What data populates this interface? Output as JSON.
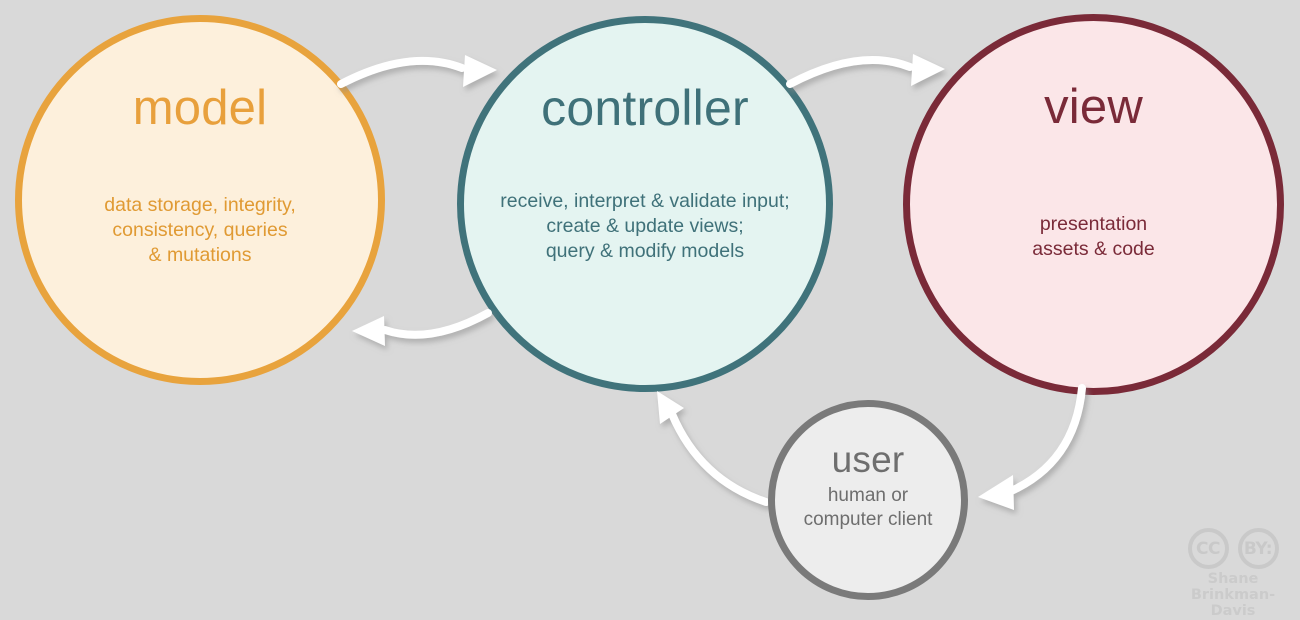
{
  "diagram": {
    "title": "MVC architecture diagram",
    "background_color": "#d9d9d9",
    "nodes": [
      {
        "id": "model",
        "title": "model",
        "description": "data storage, integrity,\nconsistency, queries\n& mutations",
        "description_lines": [
          "data storage, integrity,",
          "consistency, queries",
          "& mutations"
        ],
        "border_color": "#e8a33d",
        "fill_color": "#fdf0dc",
        "text_color": "#e09a33"
      },
      {
        "id": "controller",
        "title": "controller",
        "description": "receive, interpret & validate input;\ncreate & update views;\nquery & modify models",
        "description_lines": [
          "receive, interpret & validate input;",
          "create & update views;",
          "query & modify models"
        ],
        "border_color": "#40737b",
        "fill_color": "#e4f4f1",
        "text_color": "#3f7179"
      },
      {
        "id": "view",
        "title": "view",
        "description": "presentation\nassets & code",
        "description_lines": [
          "presentation",
          "assets & code"
        ],
        "border_color": "#7a2a38",
        "fill_color": "#fbe6e8",
        "text_color": "#7a2a38"
      },
      {
        "id": "user",
        "title": "user",
        "description": "human or\ncomputer client",
        "description_lines": [
          "human or",
          "computer client"
        ],
        "border_color": "#7a7a7a",
        "fill_color": "#ededed",
        "text_color": "#6e6e6e"
      }
    ],
    "arrows": [
      {
        "id": "model-to-controller",
        "from": "model",
        "to": "controller",
        "color": "#ffffff"
      },
      {
        "id": "controller-to-model",
        "from": "controller",
        "to": "model",
        "color": "#ffffff"
      },
      {
        "id": "controller-to-view",
        "from": "controller",
        "to": "view",
        "color": "#ffffff"
      },
      {
        "id": "view-to-user",
        "from": "view",
        "to": "user",
        "color": "#ffffff"
      },
      {
        "id": "user-to-controller",
        "from": "user",
        "to": "controller",
        "color": "#ffffff"
      }
    ]
  },
  "attribution": {
    "cc_label": "CC",
    "by_label": "BY:",
    "name_line1": "Shane",
    "name_line2": "Brinkman-Davis",
    "color": "#c9c9c9"
  }
}
